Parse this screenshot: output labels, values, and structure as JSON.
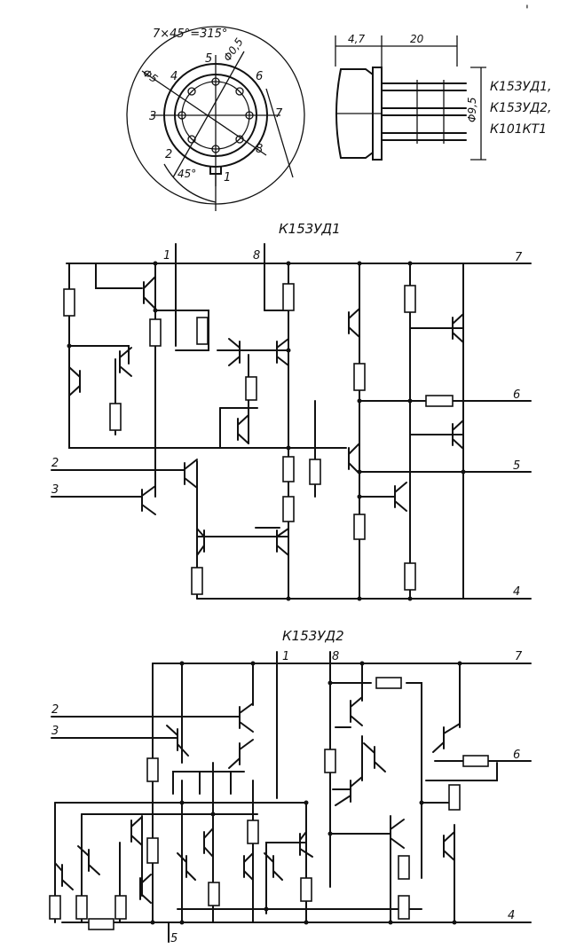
{
  "package_drawing": {
    "angle_note": "7×45°=315°",
    "dim_diameter_small": "Φ0,5",
    "dim_diameter_pcd": "Φ5",
    "dim_angle": "45°",
    "pin_numbers": [
      "1",
      "2",
      "3",
      "4",
      "5",
      "6",
      "7",
      "8"
    ],
    "dim_length_a": "4,7",
    "dim_length_b": "20",
    "dim_body": "Φ9,5",
    "part_labels": [
      "К153УД1,",
      "К153УД2,",
      "К101КТ1"
    ]
  },
  "schematic_1": {
    "title": "К153УД1",
    "pin_labels": [
      "1",
      "8",
      "7",
      "6",
      "2",
      "5",
      "3",
      "4"
    ]
  },
  "schematic_2": {
    "title": "К153УД2",
    "pin_labels": [
      "1",
      "8",
      "7",
      "2",
      "3",
      "6",
      "4",
      "5"
    ]
  }
}
